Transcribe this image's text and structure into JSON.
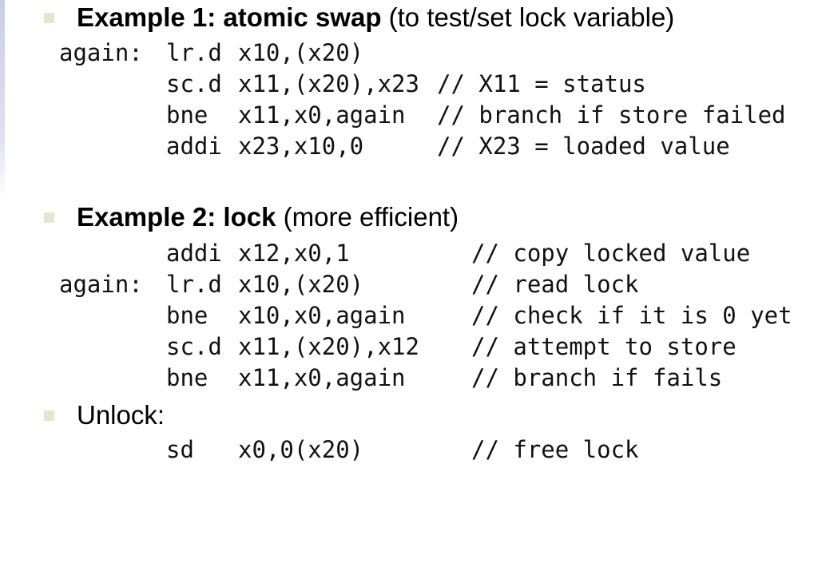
{
  "example1": {
    "title_bold": "Example 1: atomic swap",
    "title_rest": " (to test/set lock variable)",
    "lines": [
      {
        "label": "again:",
        "op": "lr.d",
        "args": "x10,(x20)",
        "comment": ""
      },
      {
        "label": "",
        "op": "sc.d",
        "args": "x11,(x20),x23",
        "comment": "// X11 = status"
      },
      {
        "label": "",
        "op": "bne",
        "args": "x11,x0,again",
        "comment": "// branch if store failed"
      },
      {
        "label": "",
        "op": "addi",
        "args": "x23,x10,0",
        "comment": "// X23 = loaded value"
      }
    ]
  },
  "example2": {
    "title_bold": "Example 2:  lock",
    "title_rest": " (more efficient)",
    "lines": [
      {
        "label": "",
        "op": "addi",
        "args": "x12,x0,1",
        "comment": "// copy locked value"
      },
      {
        "label": "again:",
        "op": "lr.d",
        "args": "x10,(x20)",
        "comment": "// read lock"
      },
      {
        "label": "",
        "op": "bne",
        "args": "x10,x0,again",
        "comment": "// check if it is 0 yet"
      },
      {
        "label": "",
        "op": "sc.d",
        "args": "x11,(x20),x12",
        "comment": "// attempt to store"
      },
      {
        "label": "",
        "op": "bne",
        "args": "x11,x0,again",
        "comment": "// branch if fails"
      }
    ]
  },
  "unlock": {
    "title": "Unlock:",
    "lines": [
      {
        "label": "",
        "op": "sd",
        "args": "x0,0(x20)",
        "comment": "// free lock"
      }
    ]
  }
}
